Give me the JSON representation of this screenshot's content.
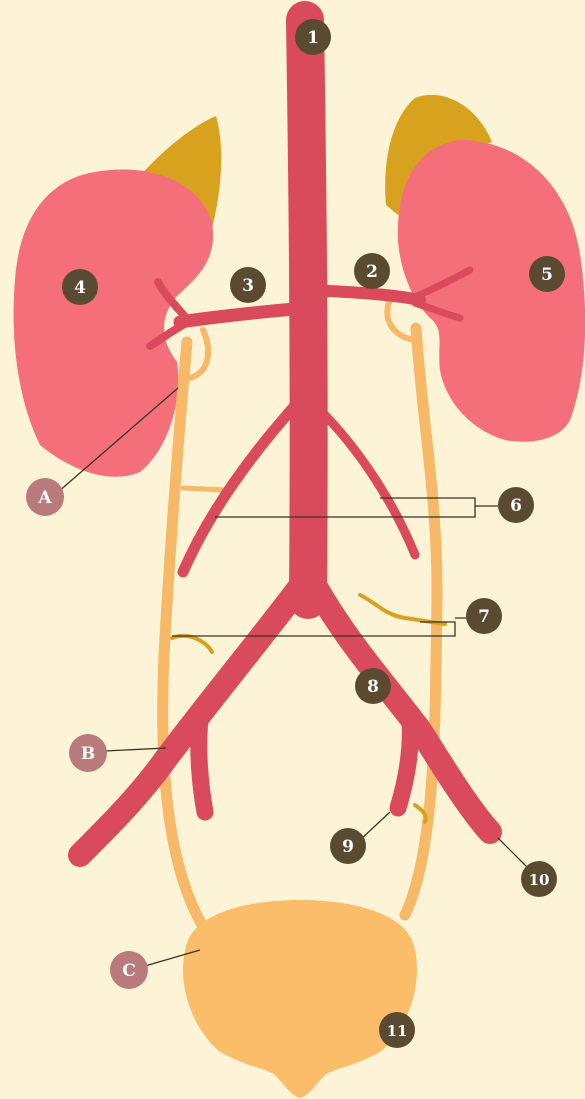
{
  "colors": {
    "background": "#fdf3d6",
    "artery": "#d94b5c",
    "kidney": "#f46f7a",
    "adrenal": "#d9a21e",
    "ureter": "#f7b967",
    "bladder": "#fbbd6a",
    "gonadal": "#d9a21e",
    "number_badge": "#5b4a32",
    "letter_badge": "#b87a7a"
  },
  "labels": {
    "n1": "1",
    "n2": "2",
    "n3": "3",
    "n4": "4",
    "n5": "5",
    "n6": "6",
    "n7": "7",
    "n8": "8",
    "n9": "9",
    "n10": "10",
    "n11": "11",
    "a": "A",
    "b": "B",
    "c": "C"
  }
}
